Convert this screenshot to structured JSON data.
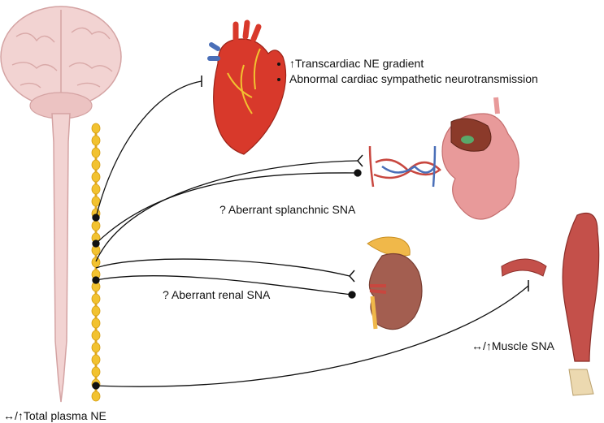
{
  "heart_findings": [
    "↑Transcardiac NE gradient",
    "Abnormal cardiac sympathetic neurotransmission"
  ],
  "labels": {
    "splanchnic": "? Aberrant splanchnic SNA",
    "renal": "? Aberrant renal SNA",
    "muscle": "↔/↑Muscle SNA",
    "plasma": "↔/↑Total plasma NE"
  },
  "colors": {
    "cns": "#f2d3d2",
    "cns_outline": "#d4a3a3",
    "ganglia": "#f2c230",
    "nerve": "#111111",
    "heart_red": "#d8392b",
    "vessel_red": "#c8473f",
    "vein_blue": "#4a6fb8",
    "muscle": "#c4504a",
    "kidney": "#a35e50",
    "adrenal": "#f0b84a",
    "gut": "#e89a9a"
  },
  "icons": [
    "brain-spinal-cord-icon",
    "sympathetic-chain-icon",
    "heart-icon",
    "vascular-bed-icon",
    "gut-icon",
    "kidney-icon",
    "blood-vessel-icon",
    "leg-muscle-icon"
  ]
}
